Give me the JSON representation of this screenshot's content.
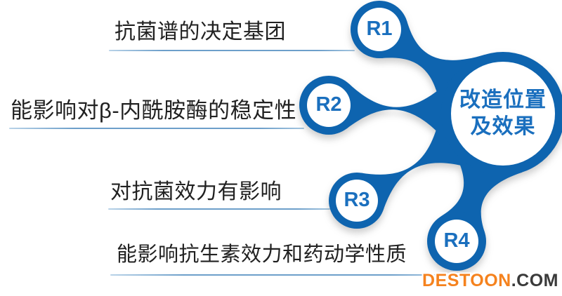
{
  "diagram": {
    "title_node": {
      "line1": "改造位置",
      "line2": "及效果"
    },
    "nodes": [
      {
        "label": "R1",
        "description": "抗菌谱的决定基团"
      },
      {
        "label": "R2",
        "description": "能影响对β-内酰胺酶的稳定性"
      },
      {
        "label": "R3",
        "description": "对抗菌效力有影响"
      },
      {
        "label": "R4",
        "description": "能影响抗生素效力和药动学性质"
      }
    ]
  },
  "watermark": {
    "brand": "DESTOON",
    "suffix": ".COM"
  },
  "colors": {
    "blob_blue": "#0e64af",
    "node_text_blue": "#1a6fbe",
    "label_text": "#212121",
    "underline_blue": "#6d9fca",
    "watermark_orange": "#f5821e",
    "watermark_dark": "#3a3a3a"
  }
}
